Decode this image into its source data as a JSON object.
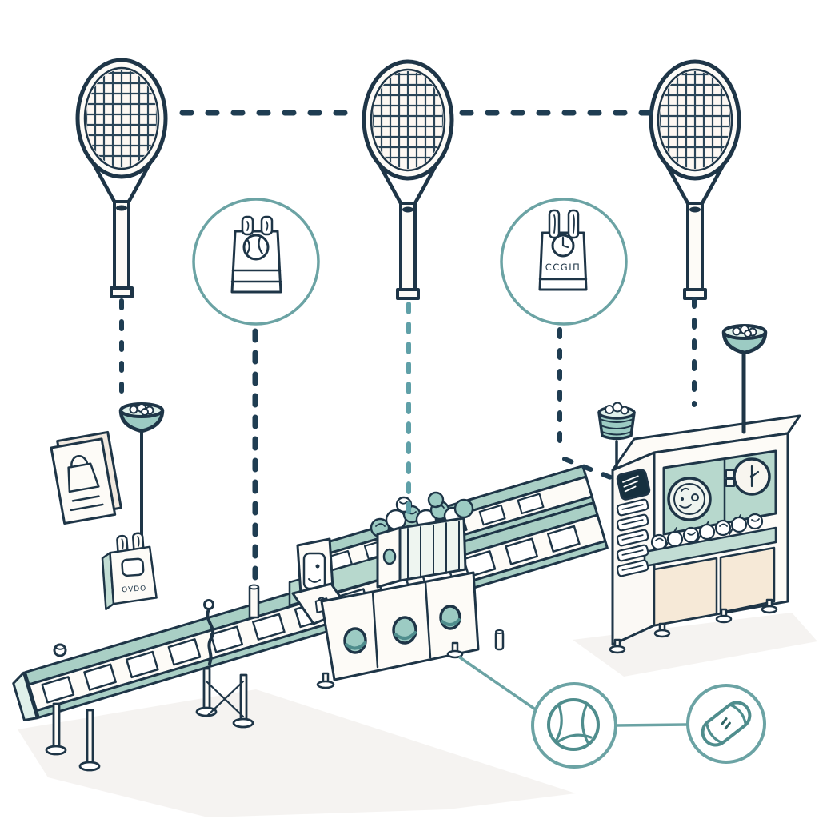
{
  "labels": {
    "clock_bag_text": "CCGIΠ",
    "small_bag_text": "OVDO"
  },
  "colors": {
    "outline": "#1e3547",
    "strings": "#2a4558",
    "dash_navy": "#1f3d52",
    "dash_teal": "#5fa0a8",
    "teal": "#6ba3a4",
    "teal_dark": "#4f8d8d",
    "teal_fill": "#9ccbc3",
    "teal_light": "#c2ddd4",
    "teal_panel": "#b7d8cd",
    "belt": "#a9cfc5",
    "mint": "#dff0ea",
    "paper": "#fdfbf7",
    "cream": "#f6e9d7",
    "display_dark": "#16303f",
    "shadow": "#efedea",
    "white": "#ffffff"
  },
  "icons": {
    "rackets": [
      "tennis-racket-1",
      "tennis-racket-2",
      "tennis-racket-3"
    ],
    "badge_top_left": "shopping-bag-with-tennis-ball",
    "badge_top_right": "shopping-bag-with-clock",
    "badge_bottom_left": "tennis-ball",
    "badge_bottom_right": "grip-capsule",
    "funnel_left": "ball-funnel",
    "funnel_cabinet": "ball-cup",
    "funnel_right": "ball-funnel",
    "machine": "conveyor-machine",
    "cabinet": "finishing-cabinet",
    "frame": "framed-bag-sign",
    "small_bag": "shopping-bag"
  }
}
